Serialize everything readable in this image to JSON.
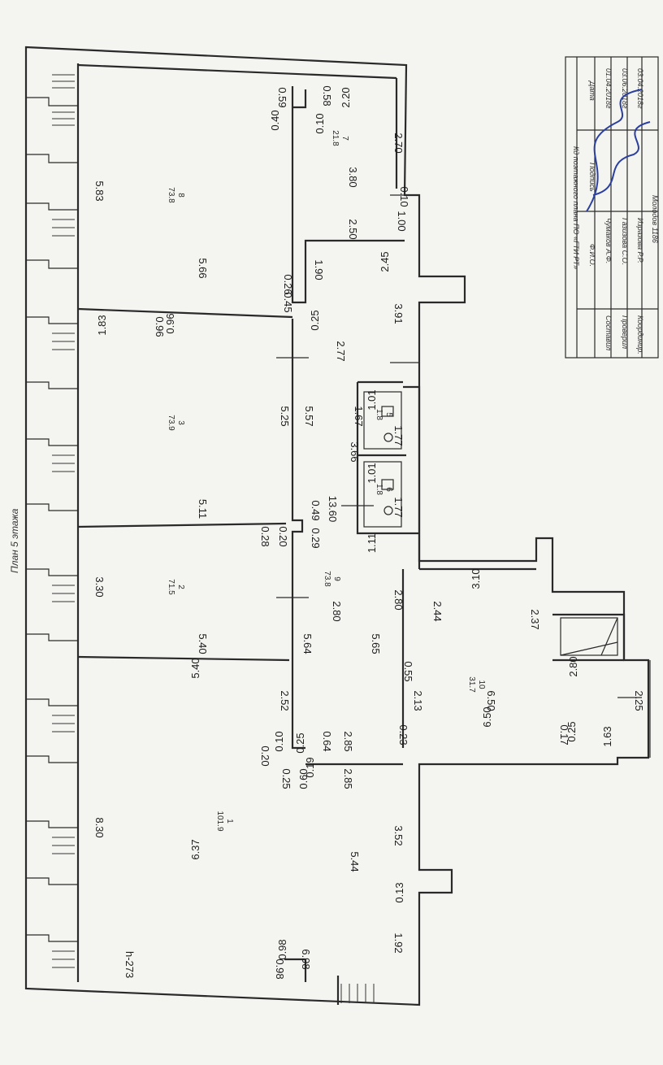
{
  "title": "План 5 этажа",
  "height_note": "h-273",
  "rooms": [
    {
      "no": "1",
      "area": "101.9"
    },
    {
      "no": "2",
      "area": "71.5"
    },
    {
      "no": "3",
      "area": "73.9"
    },
    {
      "no": "8",
      "area": "73.8"
    },
    {
      "no": "7",
      "area": "21.8"
    },
    {
      "no": "9",
      "area": "73.8"
    },
    {
      "no": "10",
      "area": "31.7"
    },
    {
      "no": "5",
      "area": "1.8"
    },
    {
      "no": "6",
      "area": "1.8"
    }
  ],
  "dimensions": {
    "d_583": "5.83",
    "d_330a": "3.30",
    "d_830": "8.30",
    "d_566": "5.66",
    "d_511": "5.11",
    "d_540a": "5.40",
    "d_540b": "5.40",
    "d_637": "6.37",
    "d_183": "1.83",
    "d_096a": "0.96",
    "d_096b": "0.96",
    "d_059": "0.59",
    "d_040": "0.40",
    "d_058": "0.58",
    "d_010a": "0.10",
    "d_220": "2.20",
    "d_270": "2.70",
    "d_380": "3.80",
    "d_010b": "0.10",
    "d_100": "1.00",
    "d_250": "2.50",
    "d_245": "2.45",
    "d_190": "1.90",
    "d_026a": "0.26",
    "d_045": "0.45",
    "d_025a": "0.25",
    "d_391": "3.91",
    "d_277": "2.77",
    "d_525": "5.25",
    "d_557": "5.57",
    "d_167": "1.67",
    "d_366": "3.66",
    "d_1360": "13.60",
    "d_101a": "1.01",
    "d_177a": "1.77",
    "d_101b": "1.01",
    "d_177b": "1.77",
    "d_111": "1.11",
    "d_028": "0.28",
    "d_020a": "0.20",
    "d_049": "0.49",
    "d_029": "0.29",
    "d_280a": "2.80",
    "d_280b": "2.80",
    "d_564": "5.64",
    "d_565": "5.65",
    "d_310": "3.10",
    "d_244": "2.44",
    "d_237": "2.37",
    "d_280c": "2.80",
    "d_055": "0.55",
    "d_650a": "6.50",
    "d_650b": "6.50",
    "d_213": "2.13",
    "d_252": "2.52",
    "d_020b": "0.20",
    "d_010c": "0.10",
    "d_025b": "0.25",
    "d_064": "0.64",
    "d_285a": "2.85",
    "d_023": "0.23",
    "d_017": "0.17",
    "d_025c": "0.25",
    "d_163": "1.63",
    "d_225": "2.25",
    "d_025d": "0.25",
    "d_060": "0.60",
    "d_019": "0.19",
    "d_285b": "2.85",
    "d_352": "3.52",
    "d_544": "5.44",
    "d_013": "0.13",
    "d_192": "1.92",
    "d_098a": "0.98",
    "d_098b": "0.98",
    "d_698": "6.98"
  },
  "stamp": {
    "header": "Кд поэтажного плана ПО «ГТИ РТ»",
    "columns": [
      "Ф.И.О.",
      "Подпись",
      "Дата"
    ],
    "rows": [
      {
        "role": "Составил",
        "name": "Чумаков А.Ф.",
        "date": "01.04.2018г"
      },
      {
        "role": "Проверил",
        "name": "Газизова С.О.",
        "date": "03.06.2018г"
      },
      {
        "role": "Координир.",
        "name": "Изразова Р.Р.",
        "date": "03.04.2018г"
      }
    ],
    "footer": "Молодов 1186"
  }
}
